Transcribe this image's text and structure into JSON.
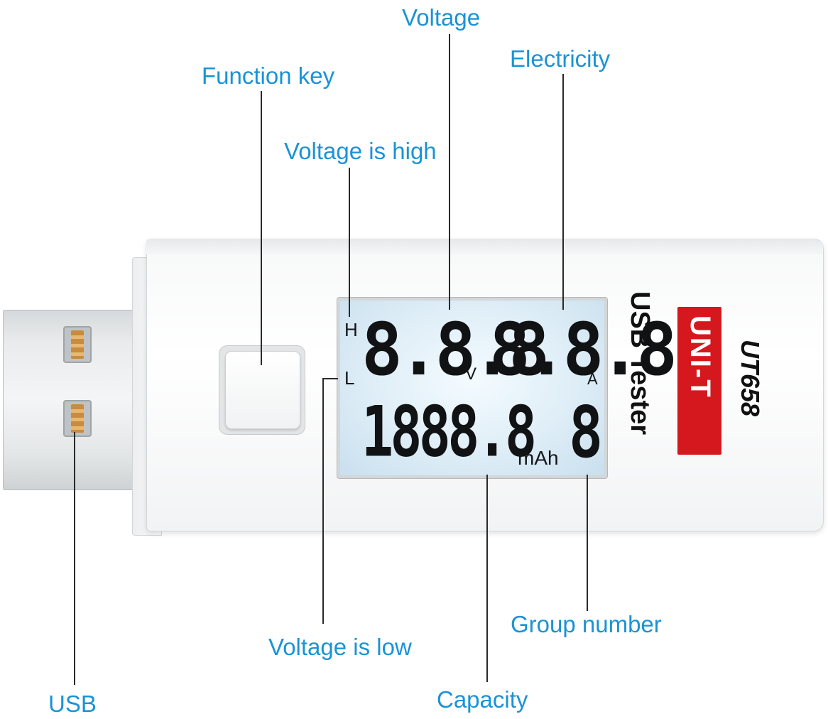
{
  "labels": {
    "voltage": "Voltage",
    "electricity": "Electricity",
    "function_key": "Function key",
    "voltage_high": "Voltage is high",
    "voltage_low": "Voltage is low",
    "usb": "USB",
    "capacity": "Capacity",
    "group_number": "Group number"
  },
  "device": {
    "lcd": {
      "h_indicator": "H",
      "l_indicator": "L",
      "voltage_digits": "8.8.8",
      "voltage_unit": "V",
      "current_digits": "8.8.8",
      "current_unit": "A",
      "capacity_digits": "1888.8",
      "capacity_unit": "mAh",
      "group_digit": "8"
    },
    "product_name": "USB Tester",
    "brand": "UNI-T",
    "model": "UT658"
  },
  "colors": {
    "label": "#1a93d6",
    "brand_red": "#d4181e"
  }
}
